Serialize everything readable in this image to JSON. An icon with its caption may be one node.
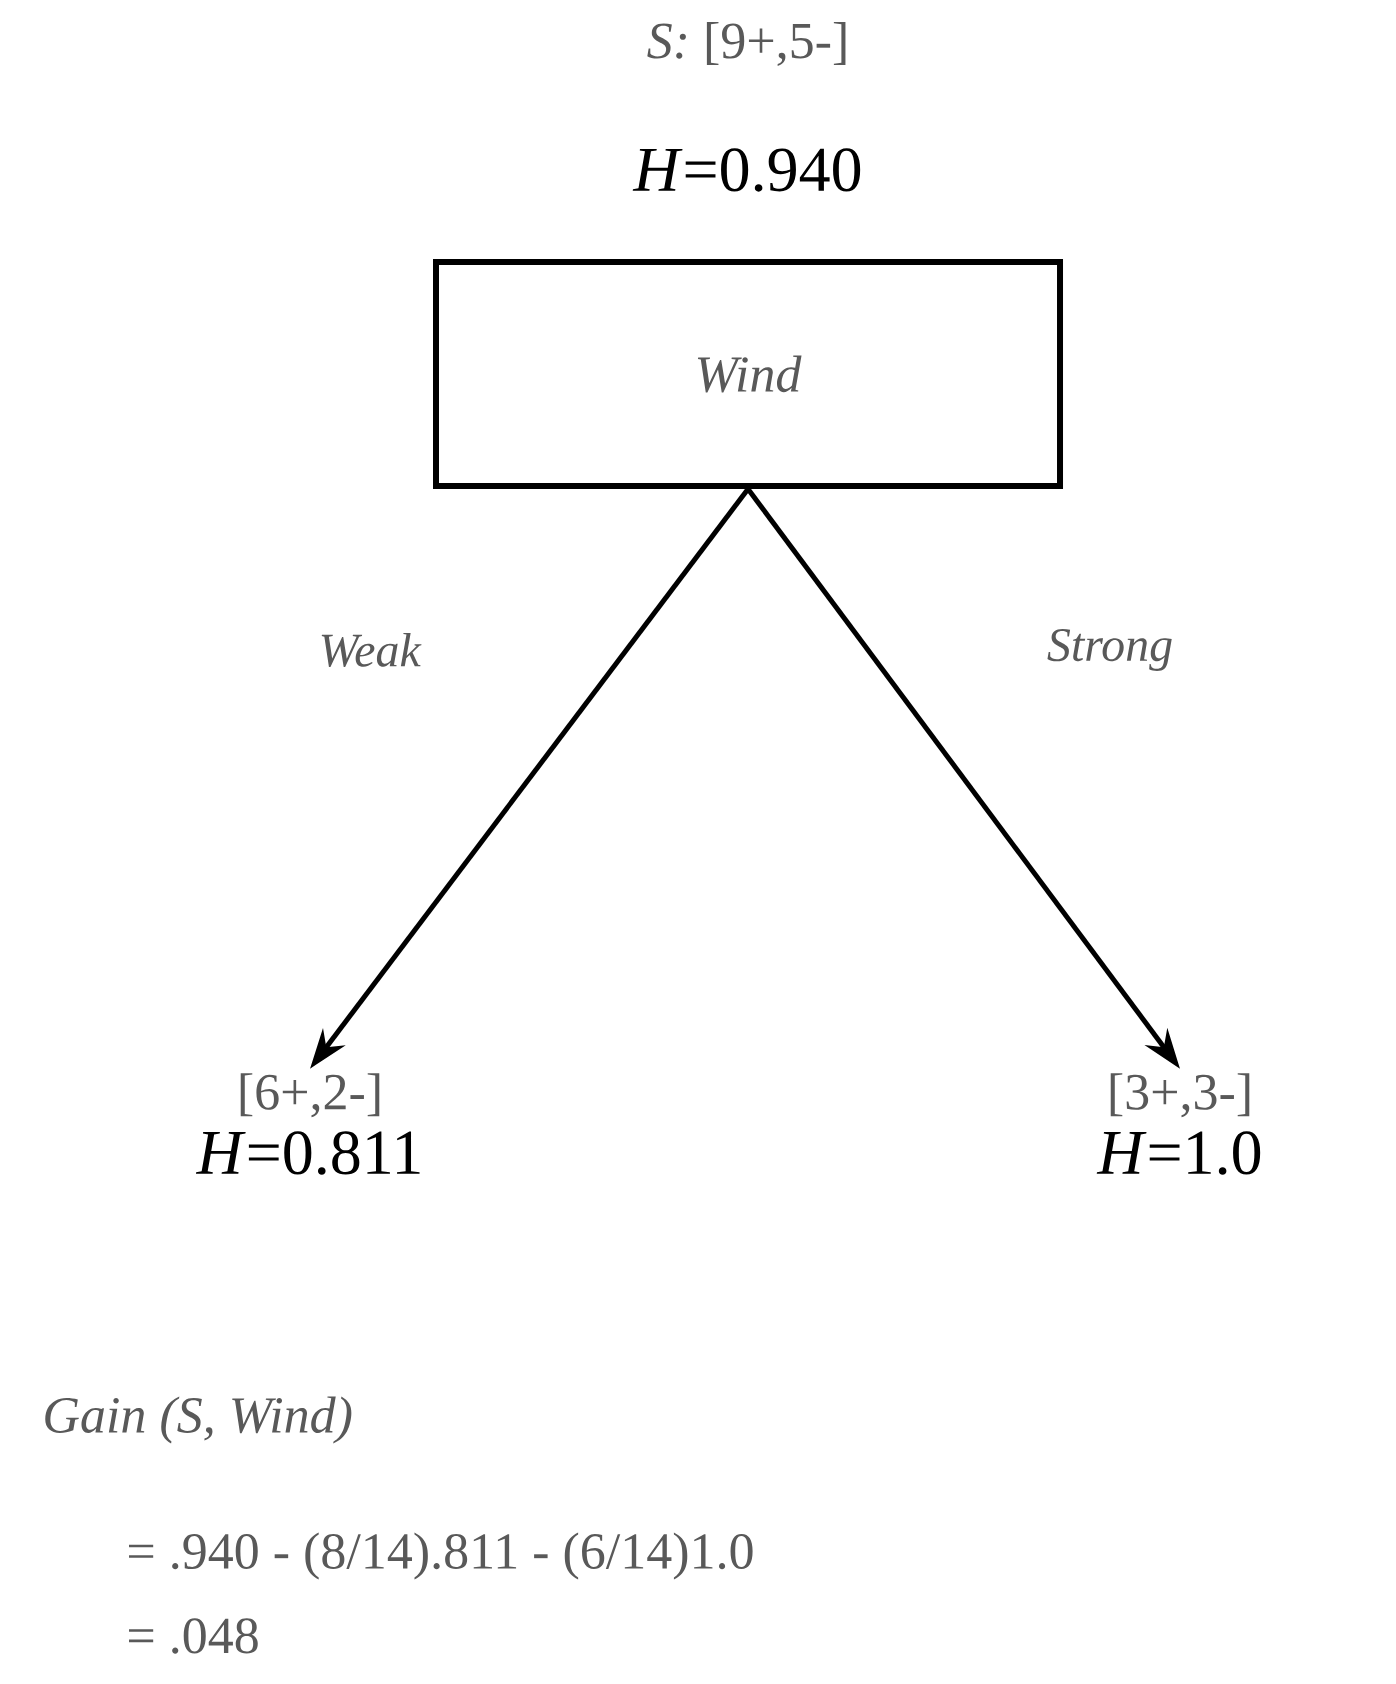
{
  "diagram": {
    "nodes": [
      {
        "text": [
          "*Wind*"
        ],
        "beside": [
          "*S:* [9+,5-]",
          "*H*=0.940"
        ]
      },
      {
        "text": [
          "[6+,2-]",
          "*H*=0.811"
        ]
      },
      {
        "text": [
          "[3+,3-]",
          "*H*=1.0"
        ]
      }
    ],
    "edges": [
      {
        "from": 0,
        "to": 1,
        "arrow": "to",
        "label": "*Weak*"
      },
      {
        "from": 0,
        "to": 2,
        "arrow": "to",
        "label": "*Strong*"
      }
    ],
    "labels": [
      "*Gain (S, Wind)*",
      "= .940 - (8/14).811 - (6/14)1.0",
      "= .048"
    ]
  }
}
